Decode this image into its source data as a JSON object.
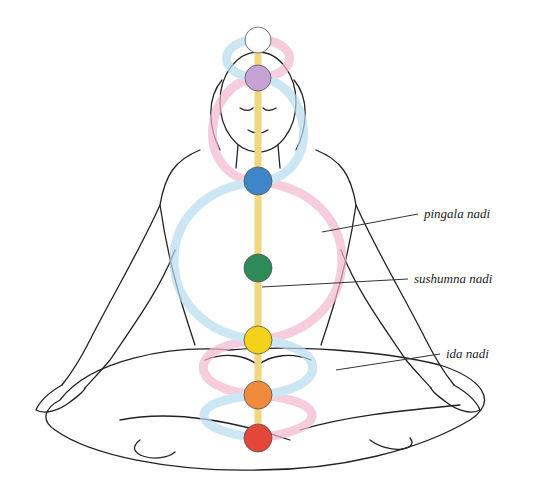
{
  "diagram": {
    "labels": [
      "pingala nadi",
      "sushumna nadi",
      "ida nadi"
    ]
  }
}
